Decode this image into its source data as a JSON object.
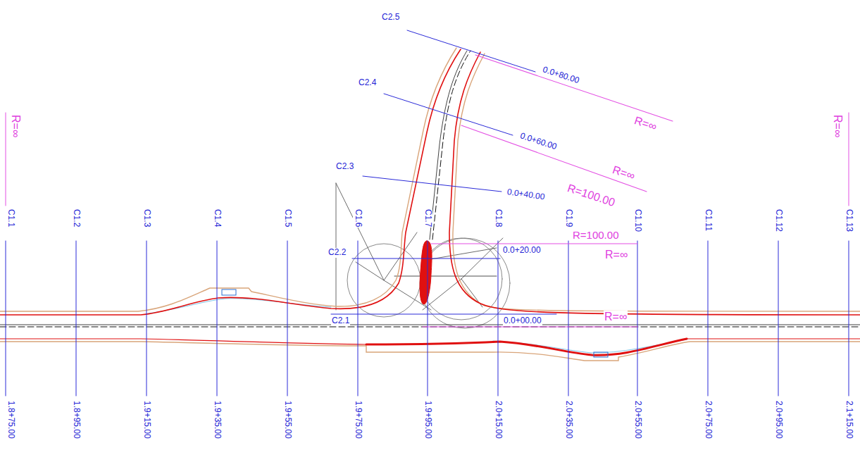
{
  "diagram": {
    "labels": [
      "R=∞",
      "C1.1",
      "C1.2",
      "C1.3",
      "C1.4",
      "C1.5",
      "C1.6",
      "C1.7",
      "C1.8",
      "C1.9",
      "C1.10",
      "C1.11",
      "C1.12",
      "C1.13",
      "1.8+75.00",
      "1.8+95.00",
      "1.9+15.00",
      "1.9+35.00",
      "1.9+55.00",
      "1.9+75.00",
      "1.9+95.00",
      "2.0+15.00",
      "2.0+35.00",
      "2.0+55.00",
      "2.0+75.00",
      "2.0+95.00",
      "2.1+15.00",
      "C2.1",
      "0.0+00.00",
      "R=∞",
      "C2.2",
      "0.0+20.00",
      "R=100.00",
      "R=∞",
      "C2.3",
      "0.0+40.00",
      "R=100.00",
      "R=∞",
      "C2.4",
      "0.0+60.00",
      "C2.5",
      "0.0+80.00",
      "R=∞",
      "R=∞"
    ]
  }
}
